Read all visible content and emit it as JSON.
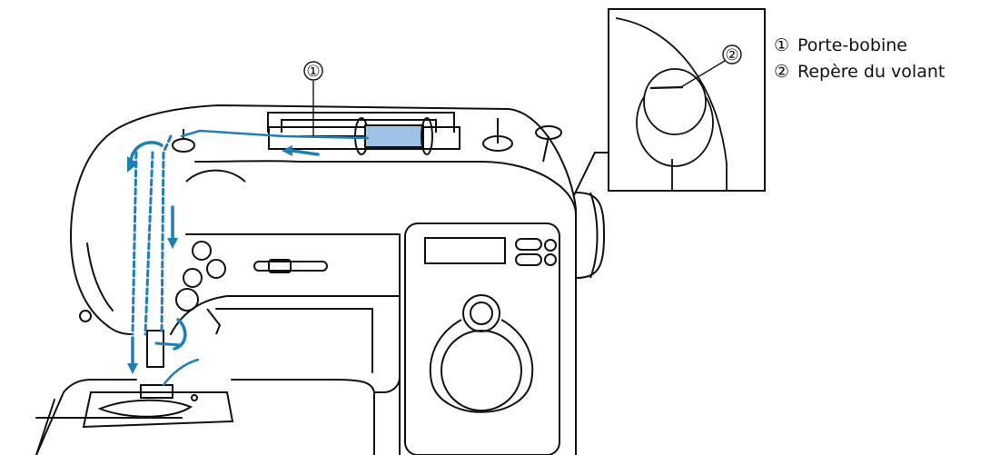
{
  "callouts": [
    {
      "number": "①",
      "label": "Porte-bobine"
    },
    {
      "number": "②",
      "label": "Repère du volant"
    }
  ],
  "colors": {
    "line_art": "#111111",
    "thread_path": "#1e7fb6",
    "thread_spool": "#9fc3e6",
    "background": "#ffffff"
  },
  "icons": [
    "sewing-machine-illustration",
    "spool-pin",
    "handwheel",
    "threading-arrow"
  ]
}
